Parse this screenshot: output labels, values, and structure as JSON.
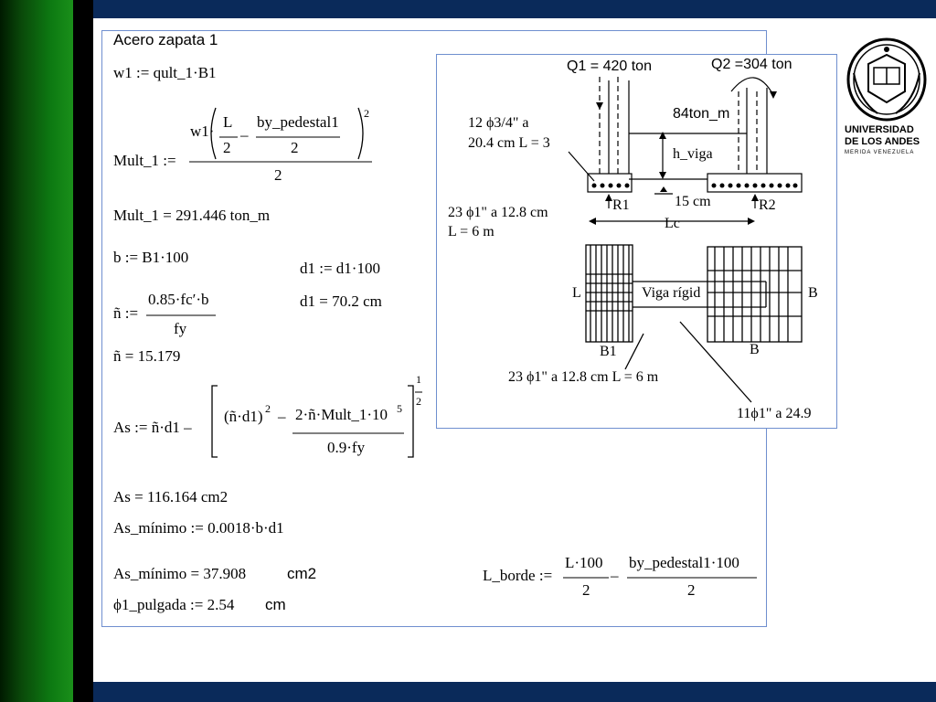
{
  "title": "Acero zapata 1",
  "eqs": {
    "w1": "w1 := qult_1·B1",
    "mult_lhs": "Mult_1 :=",
    "mult_num_w1": "w1·",
    "mult_L": "L",
    "mult_2a": "2",
    "mult_minus": "–",
    "mult_by": "by_pedestal1",
    "mult_2b": "2",
    "mult_exp": "2",
    "mult_den": "2",
    "mult_val": "Mult_1 = 291.446   ton_m",
    "b_def": "b := B1·100",
    "d1_def": "d1 := d1·100",
    "d1_val": "d1 = 70.2  cm",
    "n_lhs": "ñ :=",
    "n_num": "0.85·fc′·b",
    "n_den": "fy",
    "n_val": "ñ = 15.179",
    "as_lhs": "As := ñ·d1 –",
    "as_inner1": "(ñ·d1)",
    "as_inner1_exp": "2",
    "as_minus": "–",
    "as_num": "2·ñ·Mult_1·10",
    "as_num_exp": "5",
    "as_den": "0.9·fy",
    "as_half_n": "1",
    "as_half_d": "2",
    "as_val": "As = 116.164     cm2",
    "asmin_def": "As_mínimo := 0.0018·b·d1",
    "asmin_val": "As_mínimo = 37.908",
    "asmin_unit": "cm2",
    "phi_def": "ϕ1_pulgada := 2.54",
    "phi_unit": "cm",
    "lborde_lhs": "L_borde :=",
    "lborde_num1": "L·100",
    "lborde_den1": "2",
    "lborde_minus": "–",
    "lborde_num2": "by_pedestal1·100",
    "lborde_den2": "2"
  },
  "figure": {
    "q1": "Q1 = 420 ton",
    "q2": "Q2 =304 ton",
    "moment": "84ton_m",
    "bar12": "12 ϕ3/4\" a",
    "bar12b": "20.4   cm L = 3",
    "hviga": "h_viga",
    "cm15": "15 cm",
    "r1": "R1",
    "r2": "R2",
    "bar23": "23 ϕ1\" a 12.8   cm",
    "l6": "L = 6 m",
    "lc": "Lc",
    "L": "L",
    "B": "B",
    "viga": "Viga rígid",
    "b1": "B1",
    "Bbot": "B",
    "bar23b": "23 ϕ1\" a 12.8   cm  L = 6 m",
    "bar11": "11ϕ1\" a 24.9"
  },
  "logo": {
    "line1": "UNIVERSIDAD",
    "line2": "DE LOS ANDES",
    "line3": "MERIDA VENEZUELA"
  }
}
